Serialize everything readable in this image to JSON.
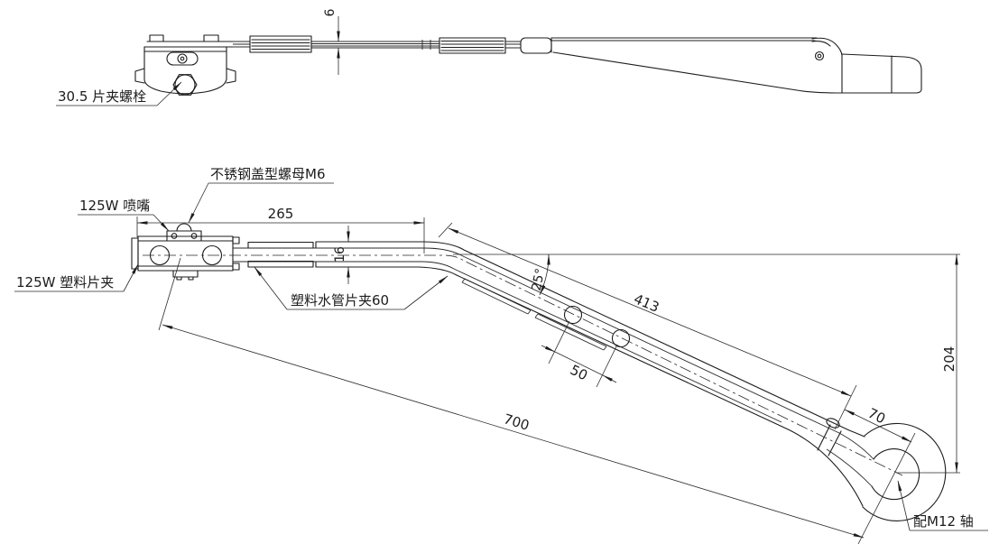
{
  "drawing": {
    "colors": {
      "background": "#ffffff",
      "line": "#1c1c1c"
    },
    "labels": {
      "clip_bolt": "30.5 片夹螺栓",
      "cap_nut": "不锈钢盖型螺母M6",
      "nozzle": "125W 喷嘴",
      "plastic_clip": "125W 塑料片夹",
      "pipe_clip": "塑料水管片夹60",
      "shaft": "配M12 轴"
    },
    "dimensions": {
      "blade_thickness": "6",
      "front_arm_length": "265",
      "arm_section_height": "16",
      "bend_angle": "25°",
      "upper_arm_length": "413",
      "hole_spacing": "50",
      "clamp_to_pivot": "70",
      "height_drop": "204",
      "total_length": "700"
    }
  }
}
